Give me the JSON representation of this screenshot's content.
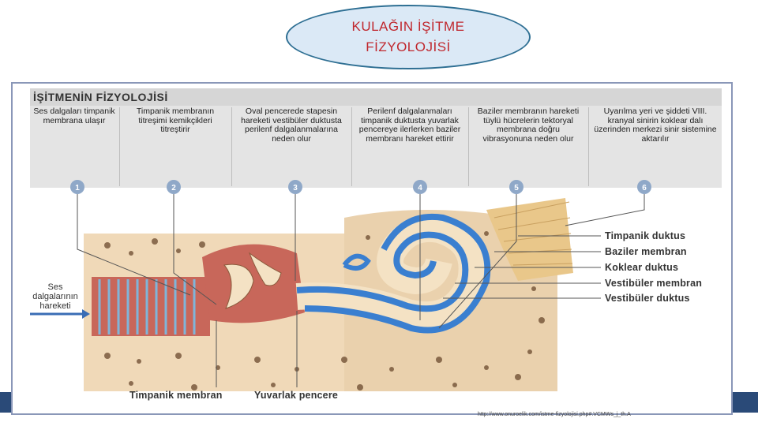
{
  "slide": {
    "title_line1": "KULAĞIN İŞİTME",
    "title_line2": "FİZYOLOJİSİ"
  },
  "figure": {
    "header": "İŞİTMENİN FİZYOLOJİSİ",
    "steps": [
      {
        "number": "1",
        "text": "Ses dalgaları timpanik membrana ulaşır"
      },
      {
        "number": "2",
        "text": "Timpanik membranın titreşimi kemikçikleri titreştirir"
      },
      {
        "number": "3",
        "text": "Oval pencerede stapesin hareketi vestibüler duktusta perilenf dalgalanmalarına neden olur"
      },
      {
        "number": "4",
        "text": "Perilenf dalgalanmaları timpanik duktusta yuvarlak pencereye ilerlerken baziler membranı hareket ettirir"
      },
      {
        "number": "5",
        "text": "Baziler membranın hareketi tüylü hücrelerin tektoryal membrana doğru vibrasyonuna neden olur"
      },
      {
        "number": "6",
        "text": "Uyarılma yeri ve şiddeti VIII. kranyal sinirin koklear dalı üzerinden merkezi sinir sistemine aktarılır"
      }
    ],
    "right_labels": [
      "Timpanik duktus",
      "Baziler membran",
      "Koklear duktus",
      "Vestibüler membran",
      "Vestibüler duktus"
    ],
    "sound_waves_label": "Ses dalgalarının hareketi",
    "bottom_labels": {
      "tympanic": "Timpanik membran",
      "round_window": "Yuvarlak pencere"
    },
    "source_url": "http://www.onuroelik.com/istme-fizyolojisi.php#.VCMWs_j_th.A"
  },
  "colors": {
    "title_text": "#c0272d",
    "oval_border": "#2e6f93",
    "oval_fill": "#dbe9f6",
    "band": "#2a4a78",
    "duct_blue": "#3a7fd0",
    "bone": "#f0d9b8",
    "tissue_red": "#c8675a",
    "cochlea_cream": "#f4e2c4"
  }
}
